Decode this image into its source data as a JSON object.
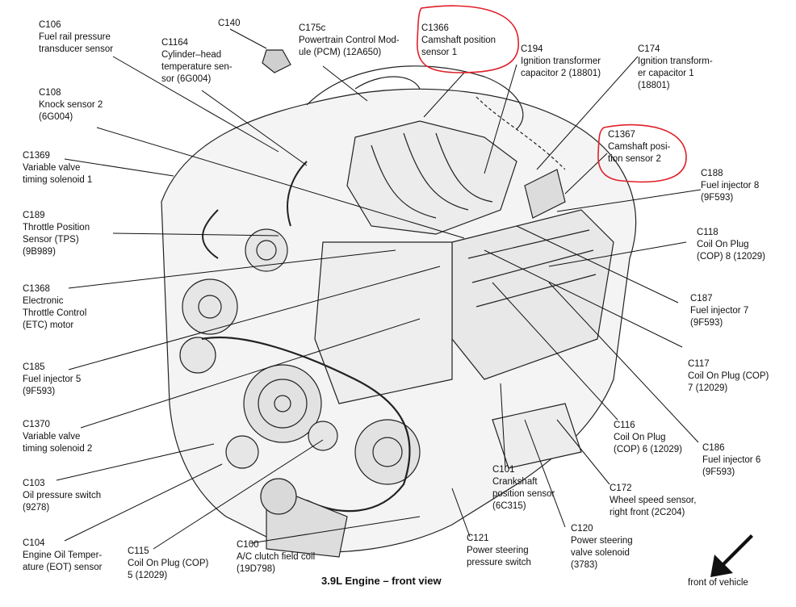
{
  "title": "3.9L Engine – front view",
  "front_label": "front of vehicle",
  "highlight_color": "#e0202a",
  "labels": [
    {
      "id": "c106",
      "code": "C106",
      "lines": [
        "Fuel rail pressure",
        "transducer sensor"
      ]
    },
    {
      "id": "c140",
      "code": "C140",
      "lines": []
    },
    {
      "id": "c175c",
      "code": "C175c",
      "lines": [
        "Powertrain Control Mod-",
        "ule (PCM) (12A650)"
      ]
    },
    {
      "id": "c1366",
      "code": "C1366",
      "lines": [
        "Camshaft position",
        "sensor 1"
      ]
    },
    {
      "id": "c194",
      "code": "C194",
      "lines": [
        "Ignition transformer",
        "capacitor 2 (18801)"
      ]
    },
    {
      "id": "c174",
      "code": "C174",
      "lines": [
        "Ignition transform-",
        "er capacitor 1",
        "(18801)"
      ]
    },
    {
      "id": "c1164",
      "code": "C1164",
      "lines": [
        "Cylinder–head",
        "temperature sen-",
        "sor (6G004)"
      ]
    },
    {
      "id": "c108",
      "code": "C108",
      "lines": [
        "Knock sensor 2",
        "(6G004)"
      ]
    },
    {
      "id": "c1367",
      "code": "C1367",
      "lines": [
        "Camshaft posi-",
        "tion sensor 2"
      ]
    },
    {
      "id": "c1369",
      "code": "C1369",
      "lines": [
        "Variable valve",
        "timing solenoid 1"
      ]
    },
    {
      "id": "c188",
      "code": "C188",
      "lines": [
        "Fuel injector 8",
        "(9F593)"
      ]
    },
    {
      "id": "c189",
      "code": "C189",
      "lines": [
        "Throttle Position",
        "Sensor (TPS)",
        "(9B989)"
      ]
    },
    {
      "id": "c118",
      "code": "C118",
      "lines": [
        "Coil On Plug",
        "(COP) 8 (12029)"
      ]
    },
    {
      "id": "c1368",
      "code": "C1368",
      "lines": [
        "Electronic",
        "Throttle Control",
        "(ETC) motor"
      ]
    },
    {
      "id": "c187",
      "code": "C187",
      "lines": [
        "Fuel injector 7",
        "(9F593)"
      ]
    },
    {
      "id": "c185",
      "code": "C185",
      "lines": [
        "Fuel injector 5",
        "(9F593)"
      ]
    },
    {
      "id": "c117",
      "code": "C117",
      "lines": [
        "Coil On Plug (COP)",
        "7 (12029)"
      ]
    },
    {
      "id": "c1370",
      "code": "C1370",
      "lines": [
        "Variable valve",
        "timing solenoid 2"
      ]
    },
    {
      "id": "c116",
      "code": "C116",
      "lines": [
        "Coil On Plug",
        "(COP) 6 (12029)"
      ]
    },
    {
      "id": "c186",
      "code": "C186",
      "lines": [
        "Fuel injector 6",
        "(9F593)"
      ]
    },
    {
      "id": "c103",
      "code": "C103",
      "lines": [
        "Oil pressure switch",
        "(9278)"
      ]
    },
    {
      "id": "c101",
      "code": "C101",
      "lines": [
        "Crankshaft",
        "position sensor",
        "(6C315)"
      ]
    },
    {
      "id": "c172",
      "code": "C172",
      "lines": [
        "Wheel speed sensor,",
        "right front (2C204)"
      ]
    },
    {
      "id": "c104",
      "code": "C104",
      "lines": [
        "Engine Oil Temper-",
        "ature (EOT) sensor"
      ]
    },
    {
      "id": "c115",
      "code": "C115",
      "lines": [
        "Coil On Plug (COP)",
        "5 (12029)"
      ]
    },
    {
      "id": "c100",
      "code": "C100",
      "lines": [
        "A/C clutch field coil",
        "(19D798)"
      ]
    },
    {
      "id": "c121",
      "code": "C121",
      "lines": [
        "Power steering",
        "pressure switch"
      ]
    },
    {
      "id": "c120",
      "code": "C120",
      "lines": [
        "Power steering",
        "valve solenoid",
        "(3783)"
      ]
    }
  ]
}
